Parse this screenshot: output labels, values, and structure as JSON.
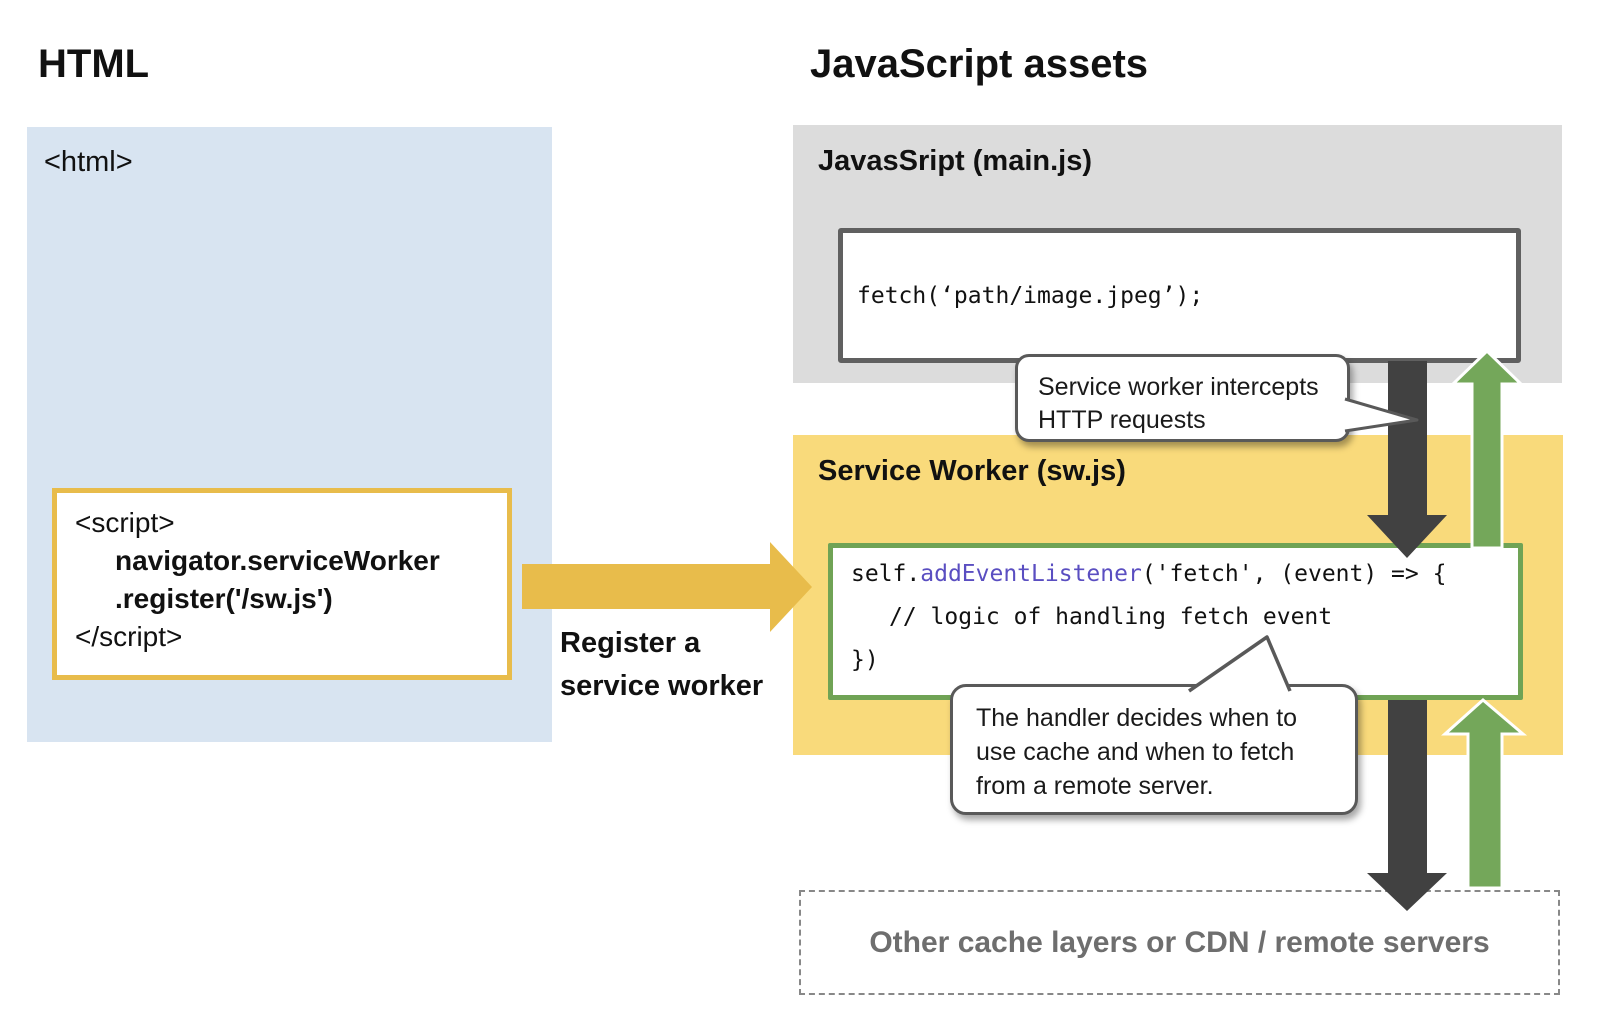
{
  "left_section": {
    "title": "HTML",
    "html_panel": {
      "tag_label": "<html>"
    },
    "script_box": {
      "lines": [
        "<script>",
        "navigator.serviceWorker",
        ".register('/sw.js')",
        "</script>"
      ]
    }
  },
  "register_arrow": {
    "label_line1": "Register a",
    "label_line2": "service worker"
  },
  "right_section": {
    "title": "JavaScript assets",
    "mainjs_panel": {
      "heading": "JavasSript (main.js)",
      "code": "fetch(‘path/image.jpeg’);"
    },
    "sw_panel": {
      "heading": "Service Worker (sw.js)",
      "code": {
        "line1_pre": "self.",
        "line1_highlight": "addEventListener",
        "line1_post": "('fetch', (event) => {",
        "line2": "// logic of handling fetch event",
        "line3": "})"
      }
    },
    "callout_intercept": {
      "line1": "Service worker intercepts",
      "line2": "HTTP requests"
    },
    "callout_handler": {
      "line1": "The handler decides when to",
      "line2": "use cache and when to fetch",
      "line3": "from a remote server."
    },
    "remote_box": {
      "label": "Other cache layers or CDN / remote servers"
    }
  },
  "colors": {
    "html_panel_blue": "#D8E4F1",
    "register_gold": "#E8BC4B",
    "sw_panel_yellow": "#F9DA7B",
    "mainjs_panel_gray": "#DCDCDC",
    "request_arrow_dark": "#414141",
    "response_arrow_green": "#74A75A",
    "code_highlight_purple": "#5A4EC1",
    "callout_border_gray": "#595959",
    "remote_text_gray": "#6E6E6E"
  }
}
